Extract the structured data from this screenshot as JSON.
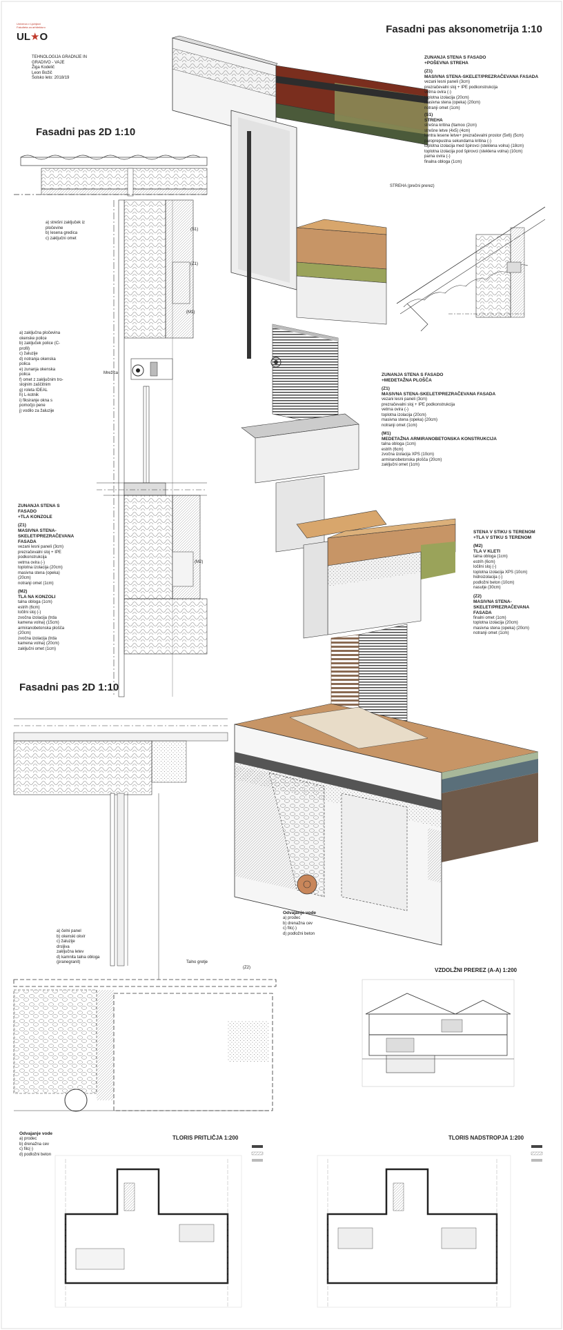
{
  "header": {
    "logo_text": "UL",
    "logo_small": "Univerza v Ljubljani Fakulteta za arhitekturo",
    "course": "TEHNOLOGIJA GRADNJE IN",
    "course2": "GRADIVO - VAJE",
    "author1": "Žiga Kodelič",
    "author2": "Leon Božič",
    "year": "Šolsko leto: 2018/19"
  },
  "titles": {
    "axon": "Fasadni pas aksonometrija 1:10",
    "facade2d_top": "Fasadni pas 2D 1:10",
    "facade2d_bottom": "Fasadni pas 2D 1:10",
    "long_section": "VZDOLŽNI PREREZ (A-A) 1:200",
    "plan_ground": "TLORIS PRITLIČJA 1:200",
    "plan_upper": "TLORIS NADSTROPJA 1:200",
    "roof_section": "STREHA (prečni prerez)"
  },
  "roof_labels": {
    "a": "a) strešni zaključek iz",
    "a2": "pločevine",
    "b": "b) lesena gredica",
    "c": "c) zaključni omet"
  },
  "window_labels": [
    "a) zaključna pločevina",
    "okenske police",
    "b) zaključek police (C-",
    "profil)",
    "c) žaluzije",
    "d) notranja okenska",
    "polica",
    "e) zunanja okenska",
    "polica",
    "f) omet z zaključnim tro-",
    "slojnim zaščitnim",
    "g) roleta IDEAL",
    "h) L-kotnik",
    "i) fiksiranje okna s",
    "pomočjo pene",
    "j) vodilo za žaluzije"
  ],
  "window_small": "Mrežica",
  "console_block": {
    "title": [
      "ZUNANJA STENA S",
      "FASADO",
      "+TLA KONZOLE"
    ],
    "z1": "(Z1)",
    "z1_title": [
      "MASIVNA STENA-",
      "SKELET/PREZRAČEVANA",
      "FASADA"
    ],
    "z1_items": [
      "vezani lesni paneli (3cm)",
      "prezračevalni sloj + IPE",
      "podkonstrukcija",
      "vetrna ovira (-)",
      "toplotna izolacija (20cm)",
      "masivna stena (opeka)",
      "(20cm)",
      "notranji omet (1cm)"
    ],
    "m2": "(M2)",
    "m2_title": [
      "TLA NA KONZOLI"
    ],
    "m2_items": [
      "talna obloga (1cm)",
      "estrih (6cm)",
      "ločilni sloj (-)",
      "zvočna izolacija (trda",
      "kamena volna) (15cm)",
      "armiranobetonska plošča",
      "(20cm)",
      "zvočna izolacija (trda",
      "kamena volna) (20cm)",
      "zaključni omet (1cm)"
    ]
  },
  "roof_block": {
    "title": [
      "ZUNANJA STENA S FASADO",
      "+POŠEVNA STREHA"
    ],
    "z1": "(Z1)",
    "z1_title": "MASIVNA STENA-SKELET/PREZRAČEVANA FASADA",
    "z1_items": [
      "vezani lesni paneli (3cm)",
      "prezračevalni sloj + IPE podkonstrukcija",
      "vetrna ovira (-)",
      "toplotna izolacija (20cm)",
      "masivna stena (opeka) (20cm)",
      "notranji omet (1cm)"
    ],
    "s1": "(S1)",
    "s1_title": "STREHA",
    "s1_items": [
      "strešna kritina (ltamoo (2cm)",
      "strešne letve (4x5) (4cm)",
      "kontra lesene letve+ prezračevalni prostor (5x6) (5cm)",
      "paroprepustna sekundarna kritina (-)",
      "toplotna izolacija med špirovci (steklena volna) (18cm)",
      "toplotna izolacija pod špirovci (steklena volna) (10cm)",
      "parna ovira (-)",
      "finalna obloga (1cm)"
    ]
  },
  "floor_block": {
    "title": [
      "ZUNANJA STENA S FASADO",
      "+MEDETAŽNA PLOŠČA"
    ],
    "z1": "(Z1)",
    "z1_title": "MASIVNA STENA-SKELET/PREZRAČEVANA FASADA",
    "z1_items": [
      "vezani lesni paneli (3cm)",
      "prezračevalni sloj + IPE podkonstrukcija",
      "vetrna ovira (-)",
      "toplotna izolacija (20cm)",
      "masivna stena (opeka) (20cm)",
      "notranji omet (1cm)"
    ],
    "m1": "(M1)",
    "m1_title": "MEDETAŽNA ARMIRANOBETONSKA KONSTRUKCIJA",
    "m1_items": [
      "talna obloga (1cm)",
      "estrih (6cm)",
      "zvočna izolacija XPS (10cm)",
      "armiranobetonska plošča (20cm)",
      "zaključni omet (1cm)"
    ]
  },
  "ground_block": {
    "title": [
      "STENA V STIKU S TERENOM",
      "+TLA V STIKU S TERENOM"
    ],
    "m2": "(M2)",
    "m2_title": "TLA V KLETI",
    "m2_items": [
      "talna obloga (1cm)",
      "estrih (6cm)",
      "ločilni sloj (-)",
      "toplotna izolacija XPS (10cm)",
      "hidroizolacija (-)",
      "podložni beton (10cm)",
      "nasutje (30cm)"
    ],
    "z2": "(Z2)",
    "z2_title": [
      "MASIVNA STENA-",
      "SKELET/PREZRAČEVANA",
      "FASADA"
    ],
    "z2_items": [
      "finalni omet (1cm)",
      "toplotna izolacija (20cm)",
      "masivna stena (opeka) (20cm)",
      "notranji omet (1cm)"
    ]
  },
  "drainage_axon": {
    "title": "Odvajanje vode",
    "items": [
      "a) prodec",
      "b) drenažna cev",
      "c) filc(-)",
      "d) podložni beton"
    ]
  },
  "drainage_2d": {
    "title": "Odvajanje vode",
    "items": [
      "a) prodec",
      "b) drenažna cev",
      "c) filc(-)",
      "d) podložni beton"
    ]
  },
  "wall_2d_labels": [
    "a) čelni panel",
    "b) okenski okvir",
    "c) žaluzije",
    "drsljiva",
    "zaključna letev",
    "d) kamnita talna obloga",
    "(pranegranit)"
  ],
  "tag_labels": {
    "m1": "(M1)",
    "m2": "(M2)",
    "z1": "(Z1)",
    "z2": "(Z2)",
    "s1": "(S1)",
    "talno": "Talno gretje"
  }
}
